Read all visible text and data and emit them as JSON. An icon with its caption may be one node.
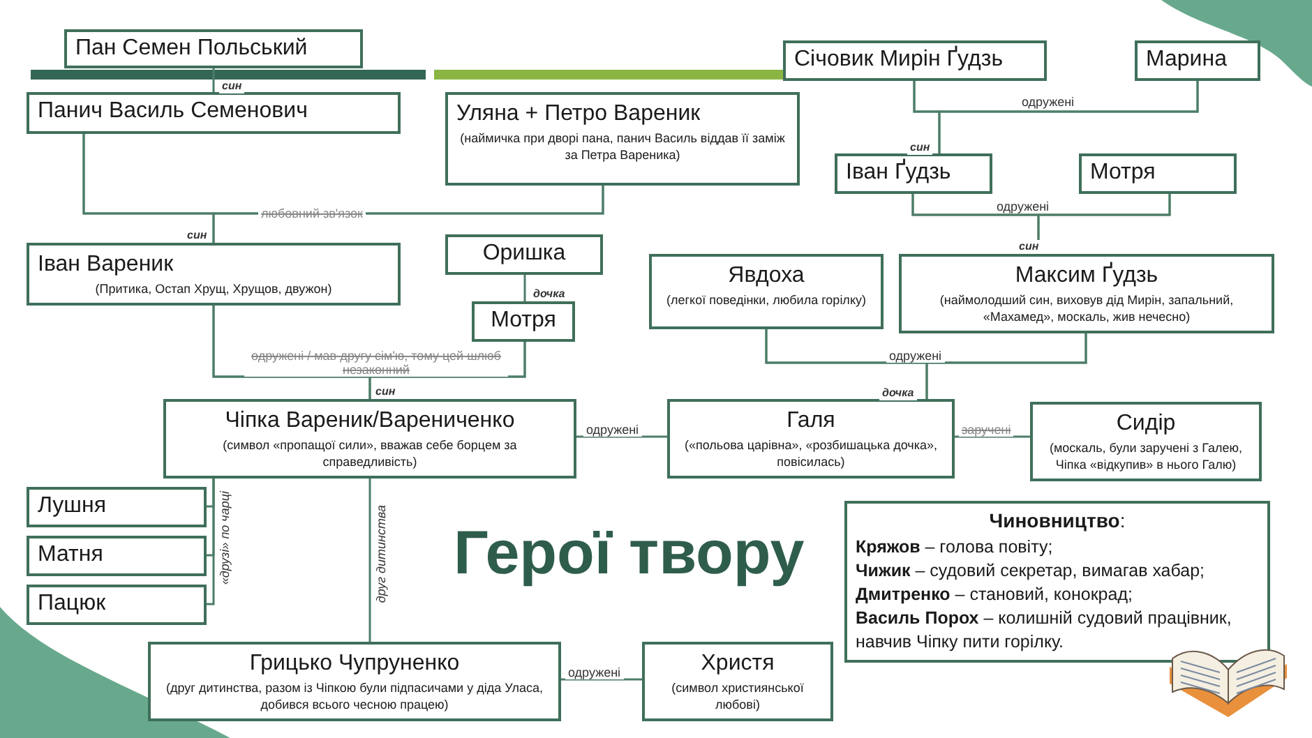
{
  "diagram": {
    "title": "Герої твору",
    "nodes": [
      {
        "text": [
          "Пан Семен Польський"
        ]
      },
      {
        "text": [
          "Панич Василь Семенович"
        ]
      },
      {
        "text": [
          "Уляна + Петро Вареник",
          "(наймичка при дворі пана, панич Василь віддав її заміж за Петра Вареника)"
        ]
      },
      {
        "text": [
          "Січовик Мирін Ґудзь"
        ]
      },
      {
        "text": [
          "Марина"
        ]
      },
      {
        "text": [
          "Іван Ґудзь"
        ]
      },
      {
        "text": [
          "Мотря"
        ]
      },
      {
        "text": [
          "Іван Вареник",
          "(Притика, Остап Хрущ, Хрущов, двужон)"
        ]
      },
      {
        "text": [
          "Оришка"
        ]
      },
      {
        "text": [
          "Мотря"
        ]
      },
      {
        "text": [
          "Явдоха",
          "(легкої поведінки, любила горілку)"
        ]
      },
      {
        "text": [
          "Максим Ґудзь",
          "(наймолодший син, виховув дід Мирін, запальний, «Махамед», москаль, жив нечесно)"
        ]
      },
      {
        "text": [
          "Чіпка Вареник/Варениченко",
          "(символ «пропащої сили», вважав себе борцем за справедливість)"
        ]
      },
      {
        "text": [
          "Галя",
          "(«польова царівна», «розбишацька дочка», повісилась)"
        ]
      },
      {
        "text": [
          "Сидір",
          "(москаль, були заручені з Галею, Чіпка «відкупив» в нього Галю)"
        ]
      },
      {
        "text": [
          "Лушня"
        ]
      },
      {
        "text": [
          "Матня"
        ]
      },
      {
        "text": [
          "Пацюк"
        ]
      },
      {
        "text": [
          "Грицько Чупруненко",
          "(друг дитинства, разом із Чіпкою були підпасичами у діда Уласа, добився всього чесною працею)"
        ]
      },
      {
        "text": [
          "Христя",
          "(символ християнської любові)"
        ]
      },
      {
        "text": [
          "**Чиновництво**:",
          "**Кряжов** – голова повіту;",
          "**Чижик** – судовий секретар, вимагав хабар;",
          "**Дмитренко** – становий, конокрад;",
          "**Василь Порох** – колишній судовий працівник, навчив Чіпку пити горілку."
        ]
      }
    ],
    "edges": [
      {
        "from": 0,
        "to": 1,
        "arrow": "none",
        "label": "син"
      },
      {
        "from": 1,
        "to": 2,
        "arrow": "none",
        "label": "любовний зв'язок"
      },
      {
        "from": 1,
        "to": 7,
        "arrow": "none",
        "label": "син"
      },
      {
        "from": 2,
        "to": 7,
        "arrow": "none"
      },
      {
        "from": 3,
        "to": 4,
        "arrow": "none",
        "label": "одружені"
      },
      {
        "from": 3,
        "to": 5,
        "arrow": "none",
        "label": "син"
      },
      {
        "from": 4,
        "to": 5,
        "arrow": "none"
      },
      {
        "from": 5,
        "to": 6,
        "arrow": "none",
        "label": "одружені"
      },
      {
        "from": 5,
        "to": 11,
        "arrow": "none",
        "label": "син"
      },
      {
        "from": 6,
        "to": 11,
        "arrow": "none"
      },
      {
        "from": 8,
        "to": 9,
        "arrow": "none",
        "label": "дочка"
      },
      {
        "from": 7,
        "to": 9,
        "arrow": "none",
        "label": "одружені / мав другу сім'ю, тому цей шлюб незаконний"
      },
      {
        "from": 7,
        "to": 12,
        "arrow": "none",
        "label": "син"
      },
      {
        "from": 9,
        "to": 12,
        "arrow": "none"
      },
      {
        "from": 10,
        "to": 11,
        "arrow": "none",
        "label": "одружені"
      },
      {
        "from": 10,
        "to": 13,
        "arrow": "none",
        "label": "дочка"
      },
      {
        "from": 11,
        "to": 13,
        "arrow": "none"
      },
      {
        "from": 12,
        "to": 13,
        "arrow": "none",
        "label": "одружені"
      },
      {
        "from": 13,
        "to": 14,
        "arrow": "none",
        "label": "заручені"
      },
      {
        "from": 12,
        "to": 15,
        "arrow": "none",
        "label": "«друзі» по чарці"
      },
      {
        "from": 12,
        "to": 16,
        "arrow": "none"
      },
      {
        "from": 12,
        "to": 17,
        "arrow": "none"
      },
      {
        "from": 12,
        "to": 18,
        "arrow": "none",
        "label": "друг дитинства"
      },
      {
        "from": 18,
        "to": 19,
        "arrow": "none",
        "label": "одружені"
      }
    ]
  }
}
